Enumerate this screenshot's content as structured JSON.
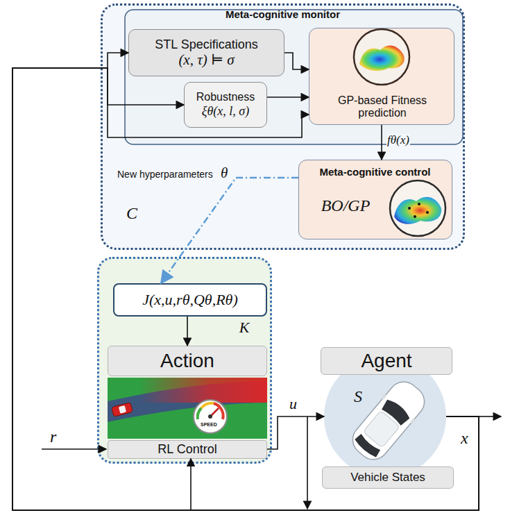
{
  "diagram": {
    "nodes": [
      {
        "text": [
          "Meta-cognitive monitor",
          "C"
        ]
      },
      {
        "text": [
          "STL Specifications",
          "(x, τ) ⊨ σ"
        ],
        "in": 0
      },
      {
        "text": [
          "Robustness",
          "ξθ(x, l, σ)"
        ],
        "in": 0
      },
      {
        "text": [
          "GP-based Fitness prediction"
        ],
        "in": 0
      },
      {
        "text": [
          "Meta-cognitive control",
          "BO/GP"
        ],
        "in": 0
      },
      {
        "text": [
          "K"
        ]
      },
      {
        "text": [
          "J(x,u,rθ,Qθ,Rθ)"
        ],
        "in": 5
      },
      {
        "text": [
          "Action"
        ],
        "in": 5
      },
      {
        "text": [
          "RL Control"
        ],
        "in": 5
      },
      {
        "text": [
          "Agent"
        ]
      },
      {
        "text": [
          "S"
        ]
      },
      {
        "text": [
          "Vehicle States"
        ],
        "in": 10
      }
    ],
    "edges": [
      {
        "from": 10,
        "to": 1,
        "arrow": "to"
      },
      {
        "from": 10,
        "to": 2,
        "arrow": "to"
      },
      {
        "from": 10,
        "to": 3,
        "arrow": "to"
      },
      {
        "from": 1,
        "to": 3,
        "arrow": "to"
      },
      {
        "from": 2,
        "to": 3,
        "arrow": "to"
      },
      {
        "from": 3,
        "to": 4,
        "label": "fθ(x)",
        "arrow": "to"
      },
      {
        "from": 4,
        "to": 6,
        "label": "New hyperparameters",
        "arrow": "to"
      },
      {
        "from": 6,
        "to": 7,
        "arrow": "to"
      },
      {
        "from": 8,
        "to": 10,
        "label": "u",
        "arrow": "to"
      },
      {
        "from": 10,
        "to": 8,
        "arrow": "to"
      }
    ],
    "labels": [
      "θ",
      "x",
      "r",
      "SPEED"
    ]
  }
}
